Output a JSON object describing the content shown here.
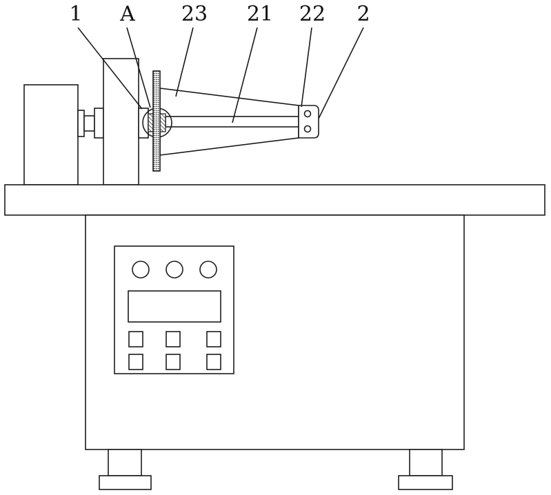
{
  "labels": {
    "part_1": "1",
    "part_A": "A",
    "part_23": "23",
    "part_21": "21",
    "part_22": "22",
    "part_2": "2"
  },
  "colors": {
    "line": "#1a1a1a",
    "background": "#ffffff"
  }
}
